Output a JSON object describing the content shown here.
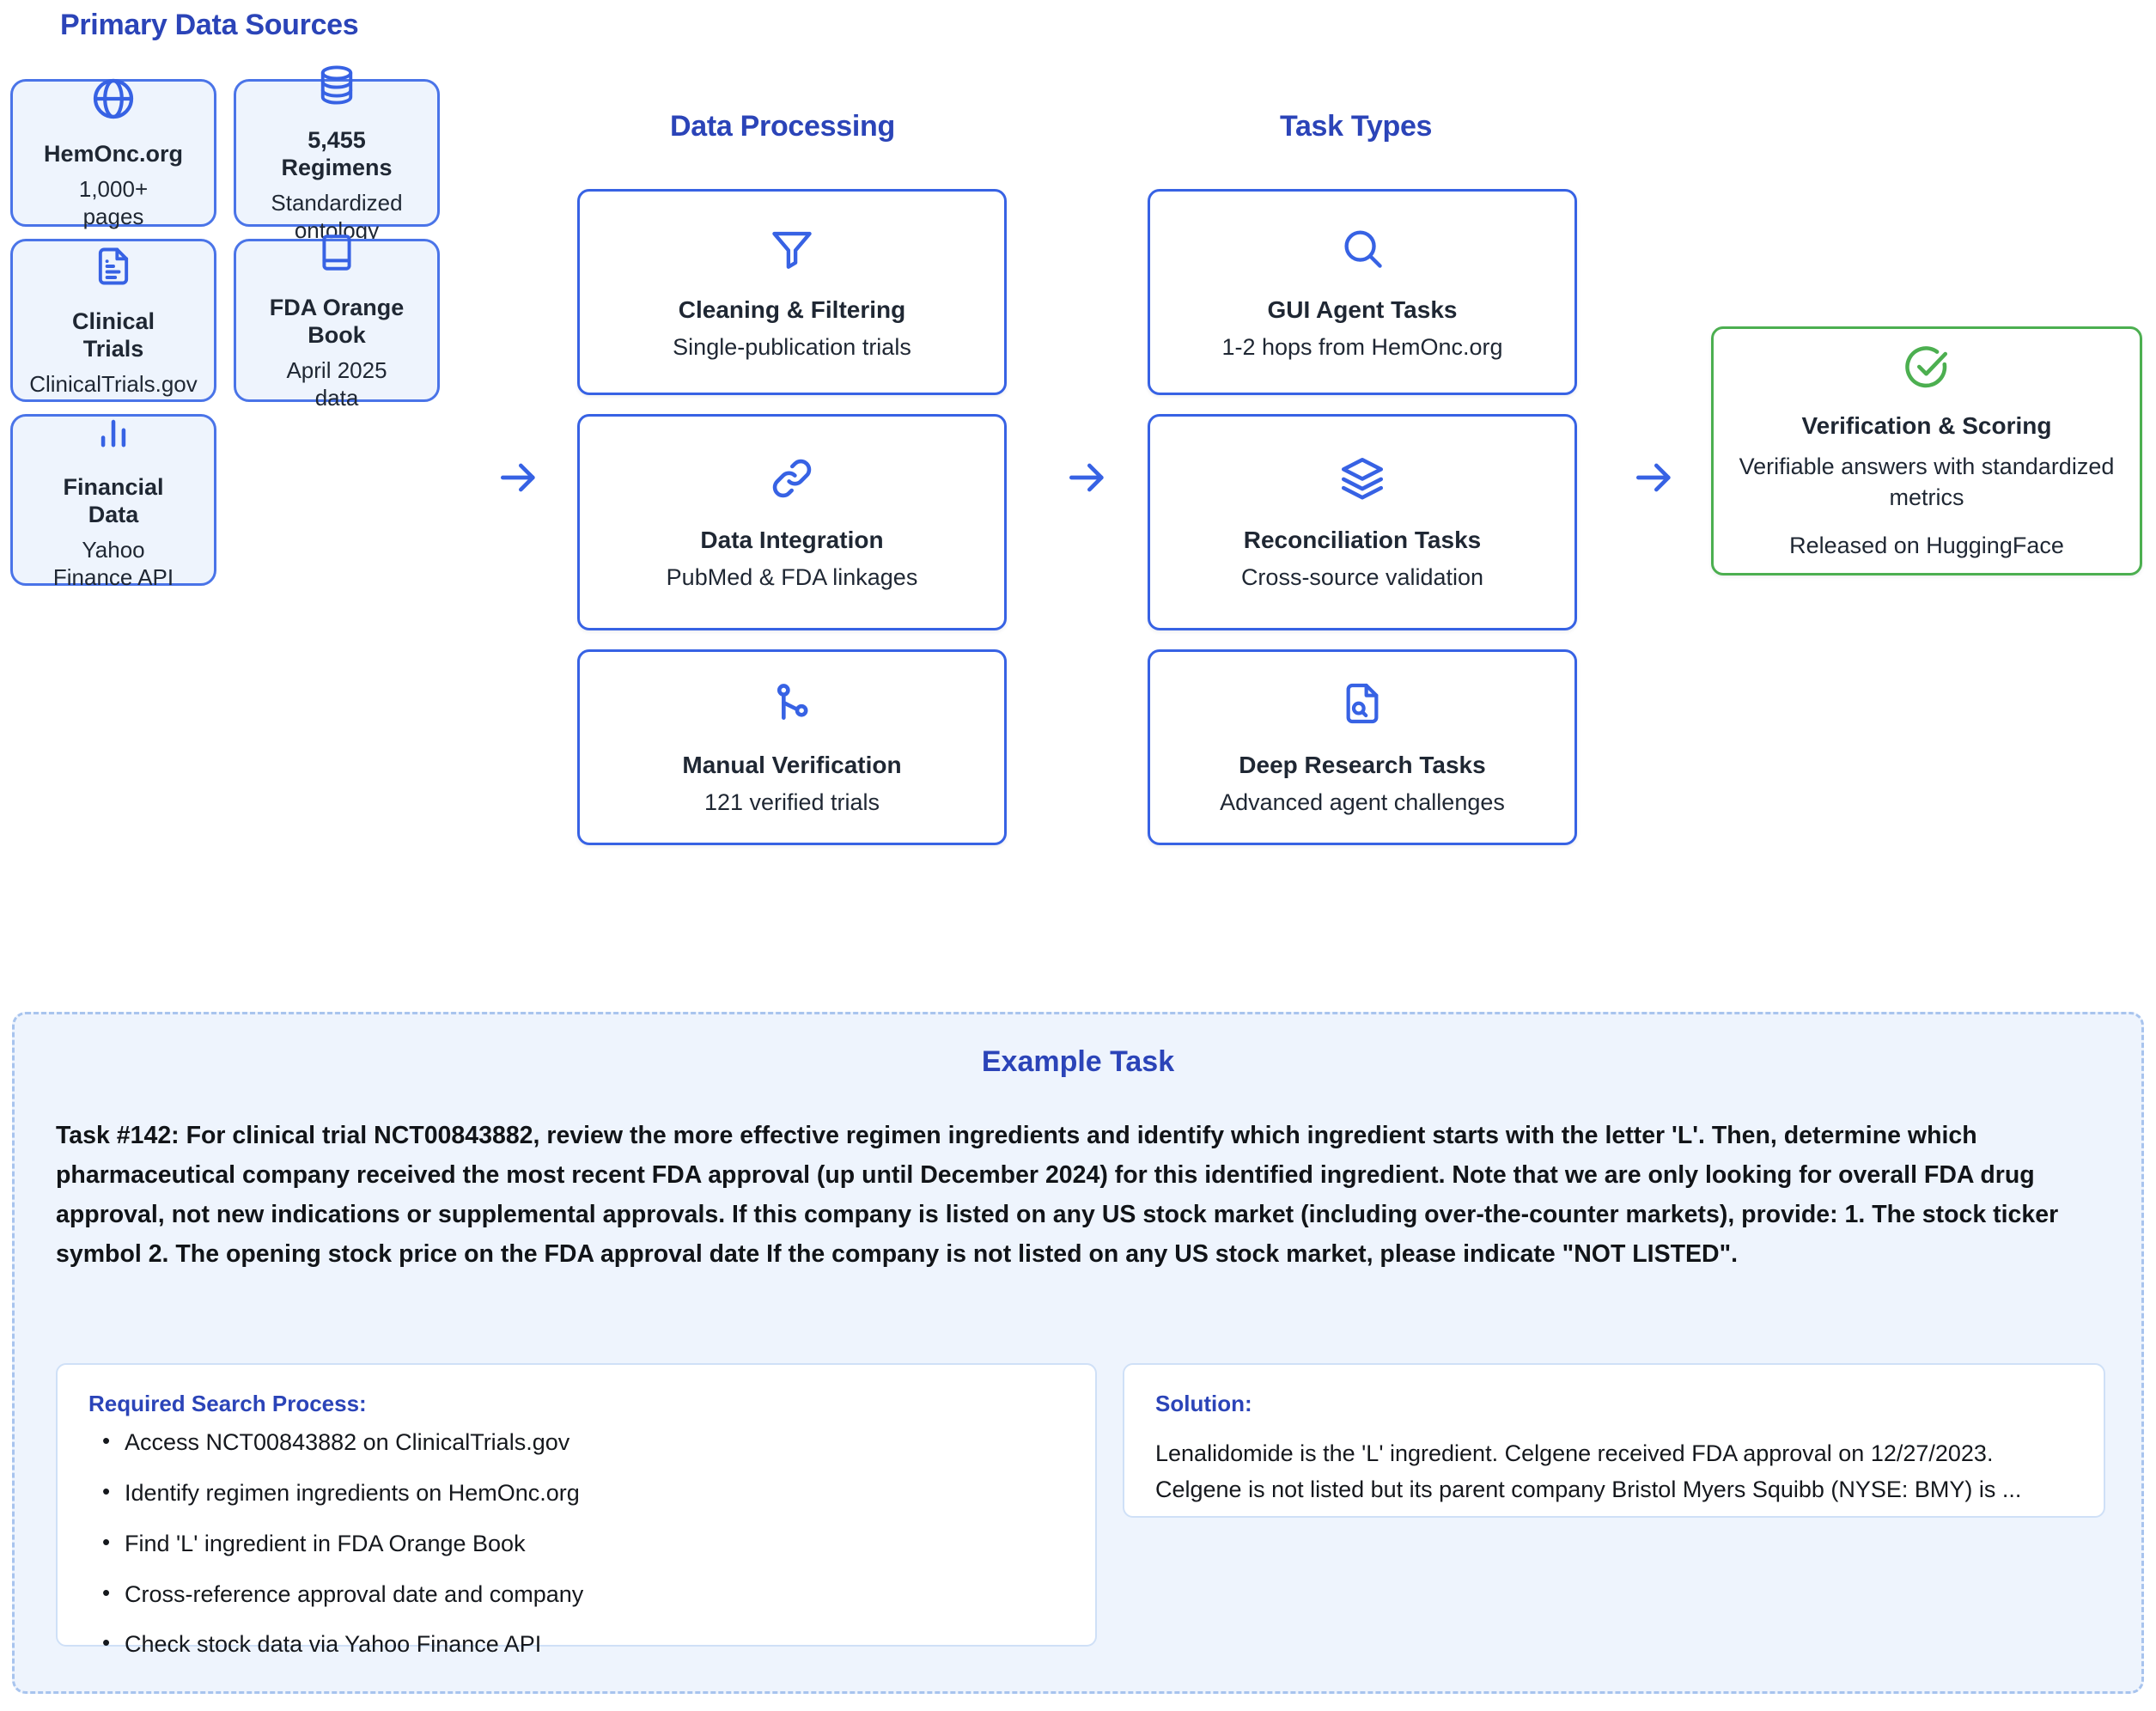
{
  "colors": {
    "brand_blue": "#2b44b8",
    "card_border_blue": "#4a74e8",
    "proc_border_blue": "#3762e4",
    "verify_green": "#4caf50",
    "source_card_bg": "#eef4fd",
    "panel_bg": "#eef4fd",
    "panel_border": "#a8c4ee",
    "text_dark": "#1f2733"
  },
  "columns": {
    "sources_title": "Primary Data Sources",
    "processing_title": "Data Processing",
    "task_types_title": "Task Types"
  },
  "sources": [
    {
      "icon": "globe-icon",
      "title": "HemOnc.org",
      "sub": "1,000+\npages"
    },
    {
      "icon": "database-icon",
      "title": "5,455\nRegimens",
      "sub": "Standardized\nontology"
    },
    {
      "icon": "document-icon",
      "title": "Clinical\nTrials",
      "sub": "ClinicalTrials.gov"
    },
    {
      "icon": "book-icon",
      "title": "FDA Orange\nBook",
      "sub": "April 2025\ndata"
    },
    {
      "icon": "bar-chart-icon",
      "title": "Financial\nData",
      "sub": "Yahoo\nFinance API"
    }
  ],
  "processing": [
    {
      "icon": "funnel-icon",
      "title": "Cleaning & Filtering",
      "sub": "Single-publication trials"
    },
    {
      "icon": "link-icon",
      "title": "Data Integration",
      "sub": "PubMed & FDA linkages"
    },
    {
      "icon": "branch-icon",
      "title": "Manual Verification",
      "sub": "121 verified trials"
    }
  ],
  "task_types": [
    {
      "icon": "search-icon",
      "title": "GUI Agent Tasks",
      "sub": "1-2 hops from HemOnc.org"
    },
    {
      "icon": "layers-icon",
      "title": "Reconciliation Tasks",
      "sub": "Cross-source validation"
    },
    {
      "icon": "file-search-icon",
      "title": "Deep Research Tasks",
      "sub": "Advanced agent challenges"
    }
  ],
  "verification": {
    "icon": "check-circle-icon",
    "title": "Verification & Scoring",
    "sub": "Verifiable answers with standardized metrics",
    "sub2": "Released on HuggingFace"
  },
  "arrows": {
    "glyph": "arrow-right-icon",
    "count": 3
  },
  "example": {
    "title": "Example Task",
    "task_text": "Task #142: For clinical trial NCT00843882, review the more effective regimen ingredients and identify which ingredient starts with the letter 'L'. Then, determine which pharmaceutical company received the most recent FDA approval (up until December 2024) for this identified ingredient. Note that we are only looking for overall FDA drug approval, not new indications or supplemental approvals. If this company is listed on any US stock market (including over-the-counter markets), provide: 1. The stock ticker symbol 2. The opening stock price on the FDA approval date If the company is not listed on any US stock market, please indicate \"NOT LISTED\".",
    "search_process": {
      "title": "Required Search Process:",
      "steps": [
        "Access NCT00843882 on ClinicalTrials.gov",
        "Identify regimen ingredients on HemOnc.org",
        "Find 'L' ingredient in FDA Orange Book",
        "Cross-reference approval date and company",
        "Check stock data via Yahoo Finance API"
      ]
    },
    "solution": {
      "title": "Solution:",
      "text": "Lenalidomide is the 'L' ingredient. Celgene received FDA approval on 12/27/2023. Celgene is not listed but its parent company Bristol Myers Squibb (NYSE: BMY) is ..."
    }
  }
}
